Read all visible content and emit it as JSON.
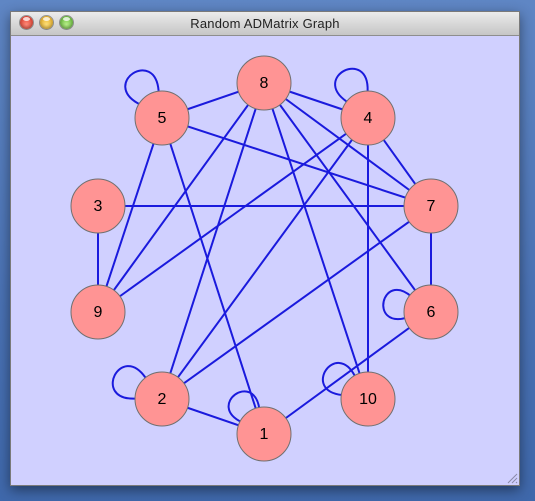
{
  "window": {
    "title": "Random ADMatrix Graph",
    "background": "#d0d0ff"
  },
  "graph": {
    "node_fill": "#ff9494",
    "node_stroke": "#707070",
    "edge_color": "#1a1add",
    "nodes": [
      {
        "id": "1",
        "label": "1"
      },
      {
        "id": "2",
        "label": "2"
      },
      {
        "id": "3",
        "label": "3"
      },
      {
        "id": "4",
        "label": "4"
      },
      {
        "id": "5",
        "label": "5"
      },
      {
        "id": "6",
        "label": "6"
      },
      {
        "id": "7",
        "label": "7"
      },
      {
        "id": "8",
        "label": "8"
      },
      {
        "id": "9",
        "label": "9"
      },
      {
        "id": "10",
        "label": "10"
      }
    ],
    "edges": [
      [
        "5",
        "8"
      ],
      [
        "5",
        "7"
      ],
      [
        "5",
        "9"
      ],
      [
        "5",
        "1"
      ],
      [
        "8",
        "4"
      ],
      [
        "8",
        "9"
      ],
      [
        "8",
        "2"
      ],
      [
        "8",
        "10"
      ],
      [
        "8",
        "6"
      ],
      [
        "8",
        "7"
      ],
      [
        "4",
        "7"
      ],
      [
        "4",
        "9"
      ],
      [
        "4",
        "2"
      ],
      [
        "4",
        "10"
      ],
      [
        "3",
        "7"
      ],
      [
        "3",
        "9"
      ],
      [
        "7",
        "6"
      ],
      [
        "7",
        "2"
      ],
      [
        "6",
        "1"
      ],
      [
        "2",
        "1"
      ]
    ],
    "self_loops": [
      "5",
      "4",
      "6",
      "10",
      "2",
      "1"
    ]
  }
}
